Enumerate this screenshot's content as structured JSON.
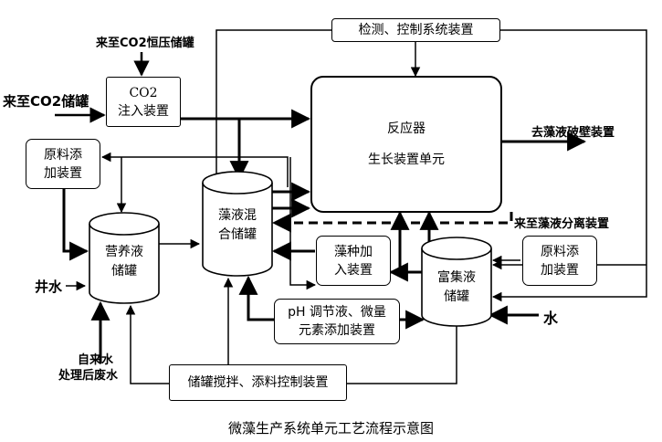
{
  "boxes": {
    "monitor": "检测、控制系统装置",
    "co2_line1": "CO2",
    "co2_line2": "注入装置",
    "raw_left_line1": "原料添",
    "raw_left_line2": "加装置",
    "reactor_line1": "反应器",
    "reactor_line2": "生长装置单元",
    "algae_seed_line1": "藻种加",
    "algae_seed_line2": "入装置",
    "raw_right_line1": "原料添",
    "raw_right_line2": "加装置",
    "ph_line1": "pH 调节液、微量",
    "ph_line2": "元素添加装置",
    "stir": "储罐搅拌、添料控制装置"
  },
  "tanks": {
    "nutrient_line1": "营养液",
    "nutrient_line2": "储罐",
    "mixing_line1": "藻液混",
    "mixing_line2": "合储罐",
    "collect_line1": "富集液",
    "collect_line2": "储罐"
  },
  "labels": {
    "co2_const": "来至CO2恒压储罐",
    "co2_tank": "来至CO2储罐",
    "to_breaking": "去藻液破壁装置",
    "from_separation": "来至藻液分离装置",
    "well_water": "井水",
    "water": "水",
    "tap_water": "自来水",
    "treated_waste": "处理后废水"
  },
  "caption": "微藻生产系统单元工艺流程示意图"
}
